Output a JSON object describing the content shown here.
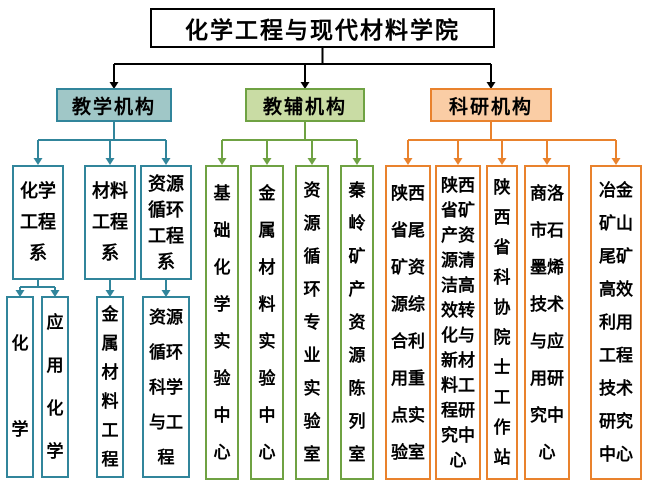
{
  "title": "化学工程与现代材料学院",
  "colors": {
    "title_border": "#000000",
    "teaching_line": "#31859B",
    "teaching_fill": "#A0C7C7",
    "auxiliary_line": "#6FA243",
    "auxiliary_fill": "#C9DCA4",
    "research_line": "#E9822D",
    "research_fill": "#FACDA5"
  },
  "branches": [
    {
      "label": "教学机构",
      "departments": [
        {
          "label": "化学工程系",
          "majors": [
            "化学",
            "应用化学"
          ]
        },
        {
          "label": "材料工程系",
          "majors": [
            "金属材料工程"
          ]
        },
        {
          "label": "资源循环工程系",
          "majors": [
            "资源循环科学与工程"
          ]
        }
      ]
    },
    {
      "label": "教辅机构",
      "units": [
        "基础化学实验中心",
        "金属材料实验中心",
        "资源循环专业实验室",
        "秦岭矿产资源陈列室"
      ]
    },
    {
      "label": "科研机构",
      "units": [
        "陕西省尾矿资源综合利用重点实验室",
        "陕西省矿产资源清洁高效转化与新材料工程研究中心",
        "陕西省科协院士工作站",
        "商洛市石墨烯技术与应用研究中心",
        "冶金矿山尾矿高效利用工程技术研究中心"
      ]
    }
  ]
}
